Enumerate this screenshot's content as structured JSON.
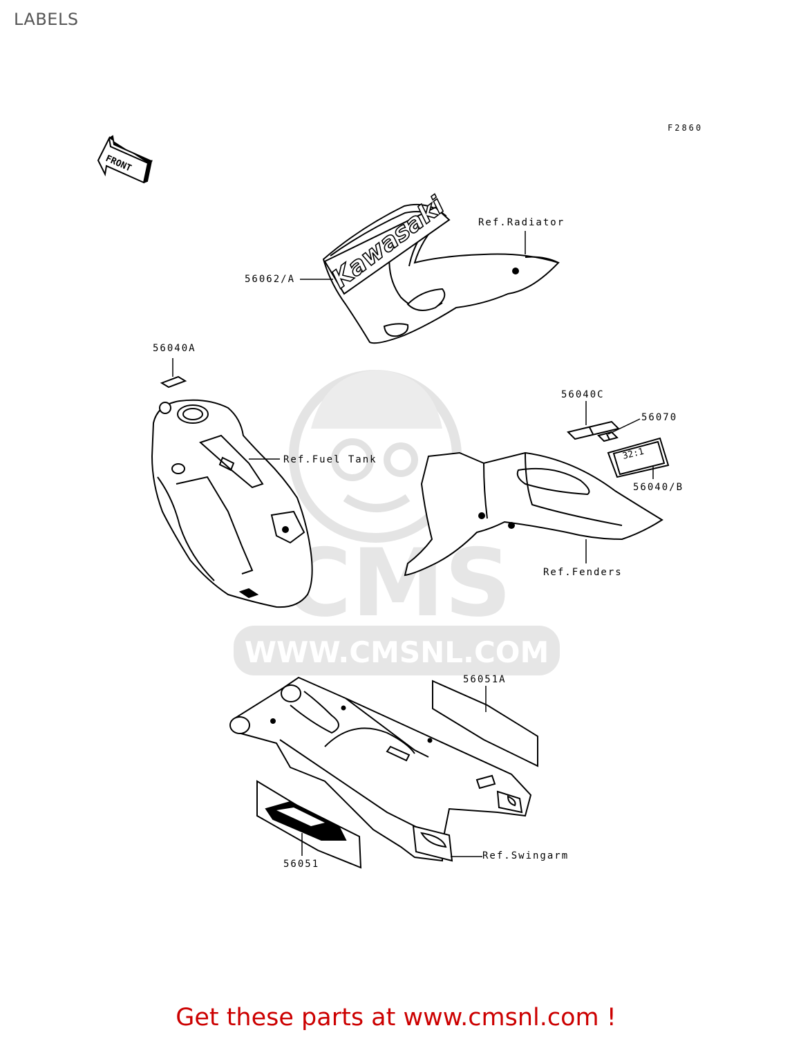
{
  "page": {
    "heading": "LABELS",
    "figure_code": "F2860",
    "footer_cta": "Get these parts at www.cmsnl.com !"
  },
  "watermark": {
    "brand": "CMS",
    "url": "WWW.CMSNL.COM",
    "color": "#e4e4e4"
  },
  "front_arrow": {
    "text": "FRONT"
  },
  "callouts": {
    "radiator_part": "56062/A",
    "radiator_ref": "Ref.Radiator",
    "tank_label_part": "56040A",
    "fuel_tank_ref": "Ref.Fuel Tank",
    "fender_label_c": "56040C",
    "fender_label_56070": "56070",
    "fender_label_b": "56040/B",
    "fenders_ref": "Ref.Fenders",
    "swingarm_label_a": "56051A",
    "swingarm_label": "56051",
    "swingarm_ref": "Ref.Swingarm"
  },
  "artwork_text": {
    "shroud_logo": "Kawasaki",
    "fender_decal_ratio": "32:1"
  },
  "colors": {
    "footer": "#cc0000",
    "heading": "#555555",
    "linework": "#000000"
  }
}
